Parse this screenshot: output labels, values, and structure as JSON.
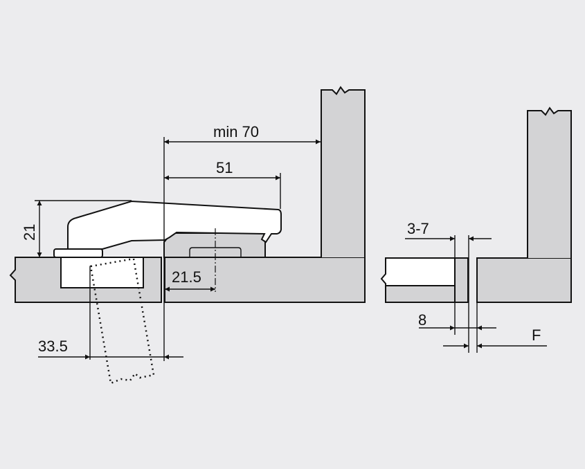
{
  "dimensions": {
    "min_width": "min 70",
    "hinge_length": "51",
    "hinge_height": "21",
    "plate_offset": "21.5",
    "cup_distance": "33.5",
    "gap_range": "3-7",
    "edge_distance": "8",
    "overlay": "F"
  },
  "colors": {
    "background": "#ececee",
    "panel": "#d3d3d5",
    "hinge": "#ffffff",
    "outline": "#111111"
  }
}
